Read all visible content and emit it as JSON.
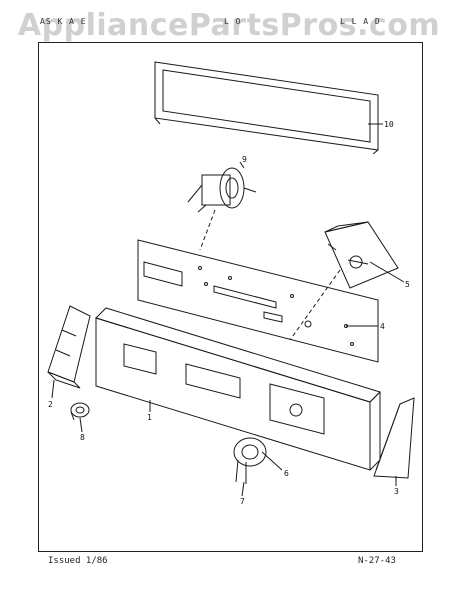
{
  "watermark": "AppliancePartsPros.com",
  "header": {
    "left": "AS K  A E",
    "center": "L  O",
    "right": "L  L  A D"
  },
  "callouts": [
    "10",
    "9",
    "5",
    "4",
    "2",
    "8",
    "1",
    "6",
    "7",
    "3"
  ],
  "footer": {
    "issued": "Issued 1/86",
    "page_code": "N-27-43"
  }
}
